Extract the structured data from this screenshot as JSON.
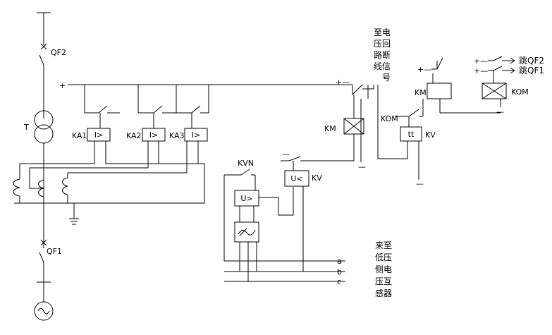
{
  "labels": {
    "qf2": "QF2",
    "qf1": "QF1",
    "transformer": "T",
    "ka1": "KA1",
    "ka2": "KA2",
    "ka3": "KA3",
    "ka_symbol": "I>",
    "kvn": "KVN",
    "kvn_symbol": "U>",
    "kv": "KV",
    "kv_symbol": "U<",
    "km_left": "KM",
    "km_right": "KM",
    "kom_mid": "KOM",
    "kom_right": "KOM",
    "kv_right": "KV",
    "tt_symbol": "tt",
    "plus": "+",
    "minus": "—",
    "plus_minus": "+—",
    "phase_a": "a",
    "phase_b": "b",
    "phase_c": "c",
    "trip_qf2": "跳QF2",
    "trip_qf1": "跳QF1"
  },
  "notes": {
    "circuit_break_signal": [
      "至电",
      "压回",
      "路断",
      "线信",
      "号"
    ],
    "from_vt": [
      "来至",
      "低压",
      "侧电",
      "压互",
      "感器"
    ]
  }
}
